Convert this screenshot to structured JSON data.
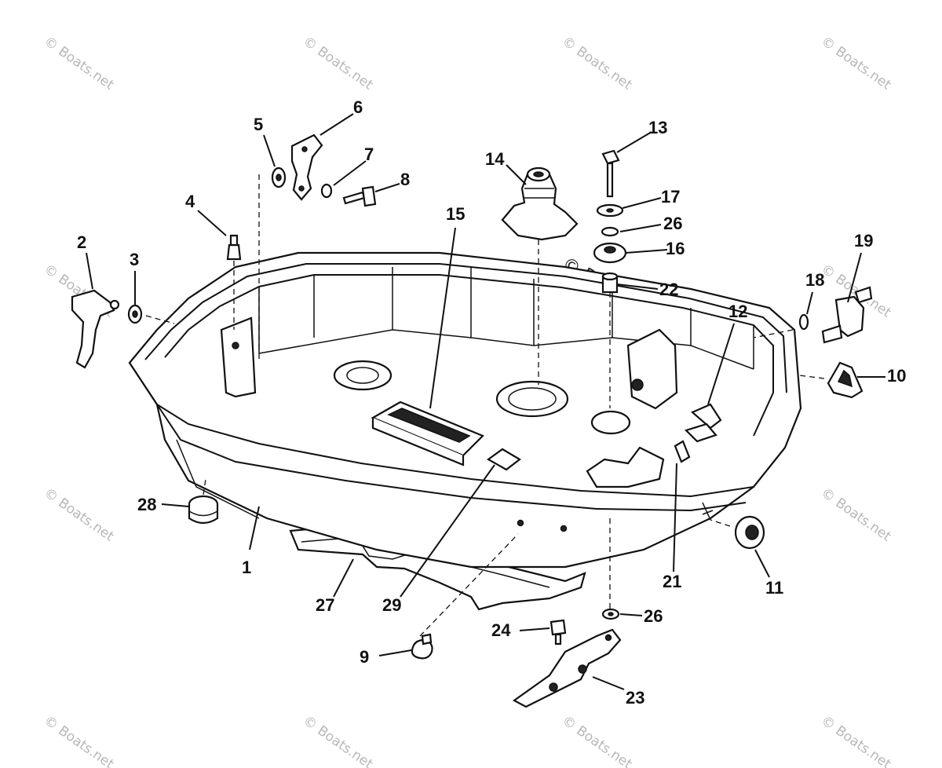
{
  "diagram": {
    "watermark": "© Boats.net",
    "callouts": [
      {
        "id": "1",
        "label": "1"
      },
      {
        "id": "2",
        "label": "2"
      },
      {
        "id": "3",
        "label": "3"
      },
      {
        "id": "4",
        "label": "4"
      },
      {
        "id": "5",
        "label": "5"
      },
      {
        "id": "6",
        "label": "6"
      },
      {
        "id": "7",
        "label": "7"
      },
      {
        "id": "8",
        "label": "8"
      },
      {
        "id": "9",
        "label": "9"
      },
      {
        "id": "10",
        "label": "10"
      },
      {
        "id": "11",
        "label": "11"
      },
      {
        "id": "12",
        "label": "12"
      },
      {
        "id": "13",
        "label": "13"
      },
      {
        "id": "14",
        "label": "14"
      },
      {
        "id": "15",
        "label": "15"
      },
      {
        "id": "16",
        "label": "16"
      },
      {
        "id": "17",
        "label": "17"
      },
      {
        "id": "18",
        "label": "18"
      },
      {
        "id": "19",
        "label": "19"
      },
      {
        "id": "21",
        "label": "21"
      },
      {
        "id": "22",
        "label": "22"
      },
      {
        "id": "23",
        "label": "23"
      },
      {
        "id": "24",
        "label": "24"
      },
      {
        "id": "26a",
        "label": "26"
      },
      {
        "id": "26b",
        "label": "26"
      },
      {
        "id": "27",
        "label": "27"
      },
      {
        "id": "28",
        "label": "28"
      },
      {
        "id": "29",
        "label": "29"
      }
    ]
  }
}
